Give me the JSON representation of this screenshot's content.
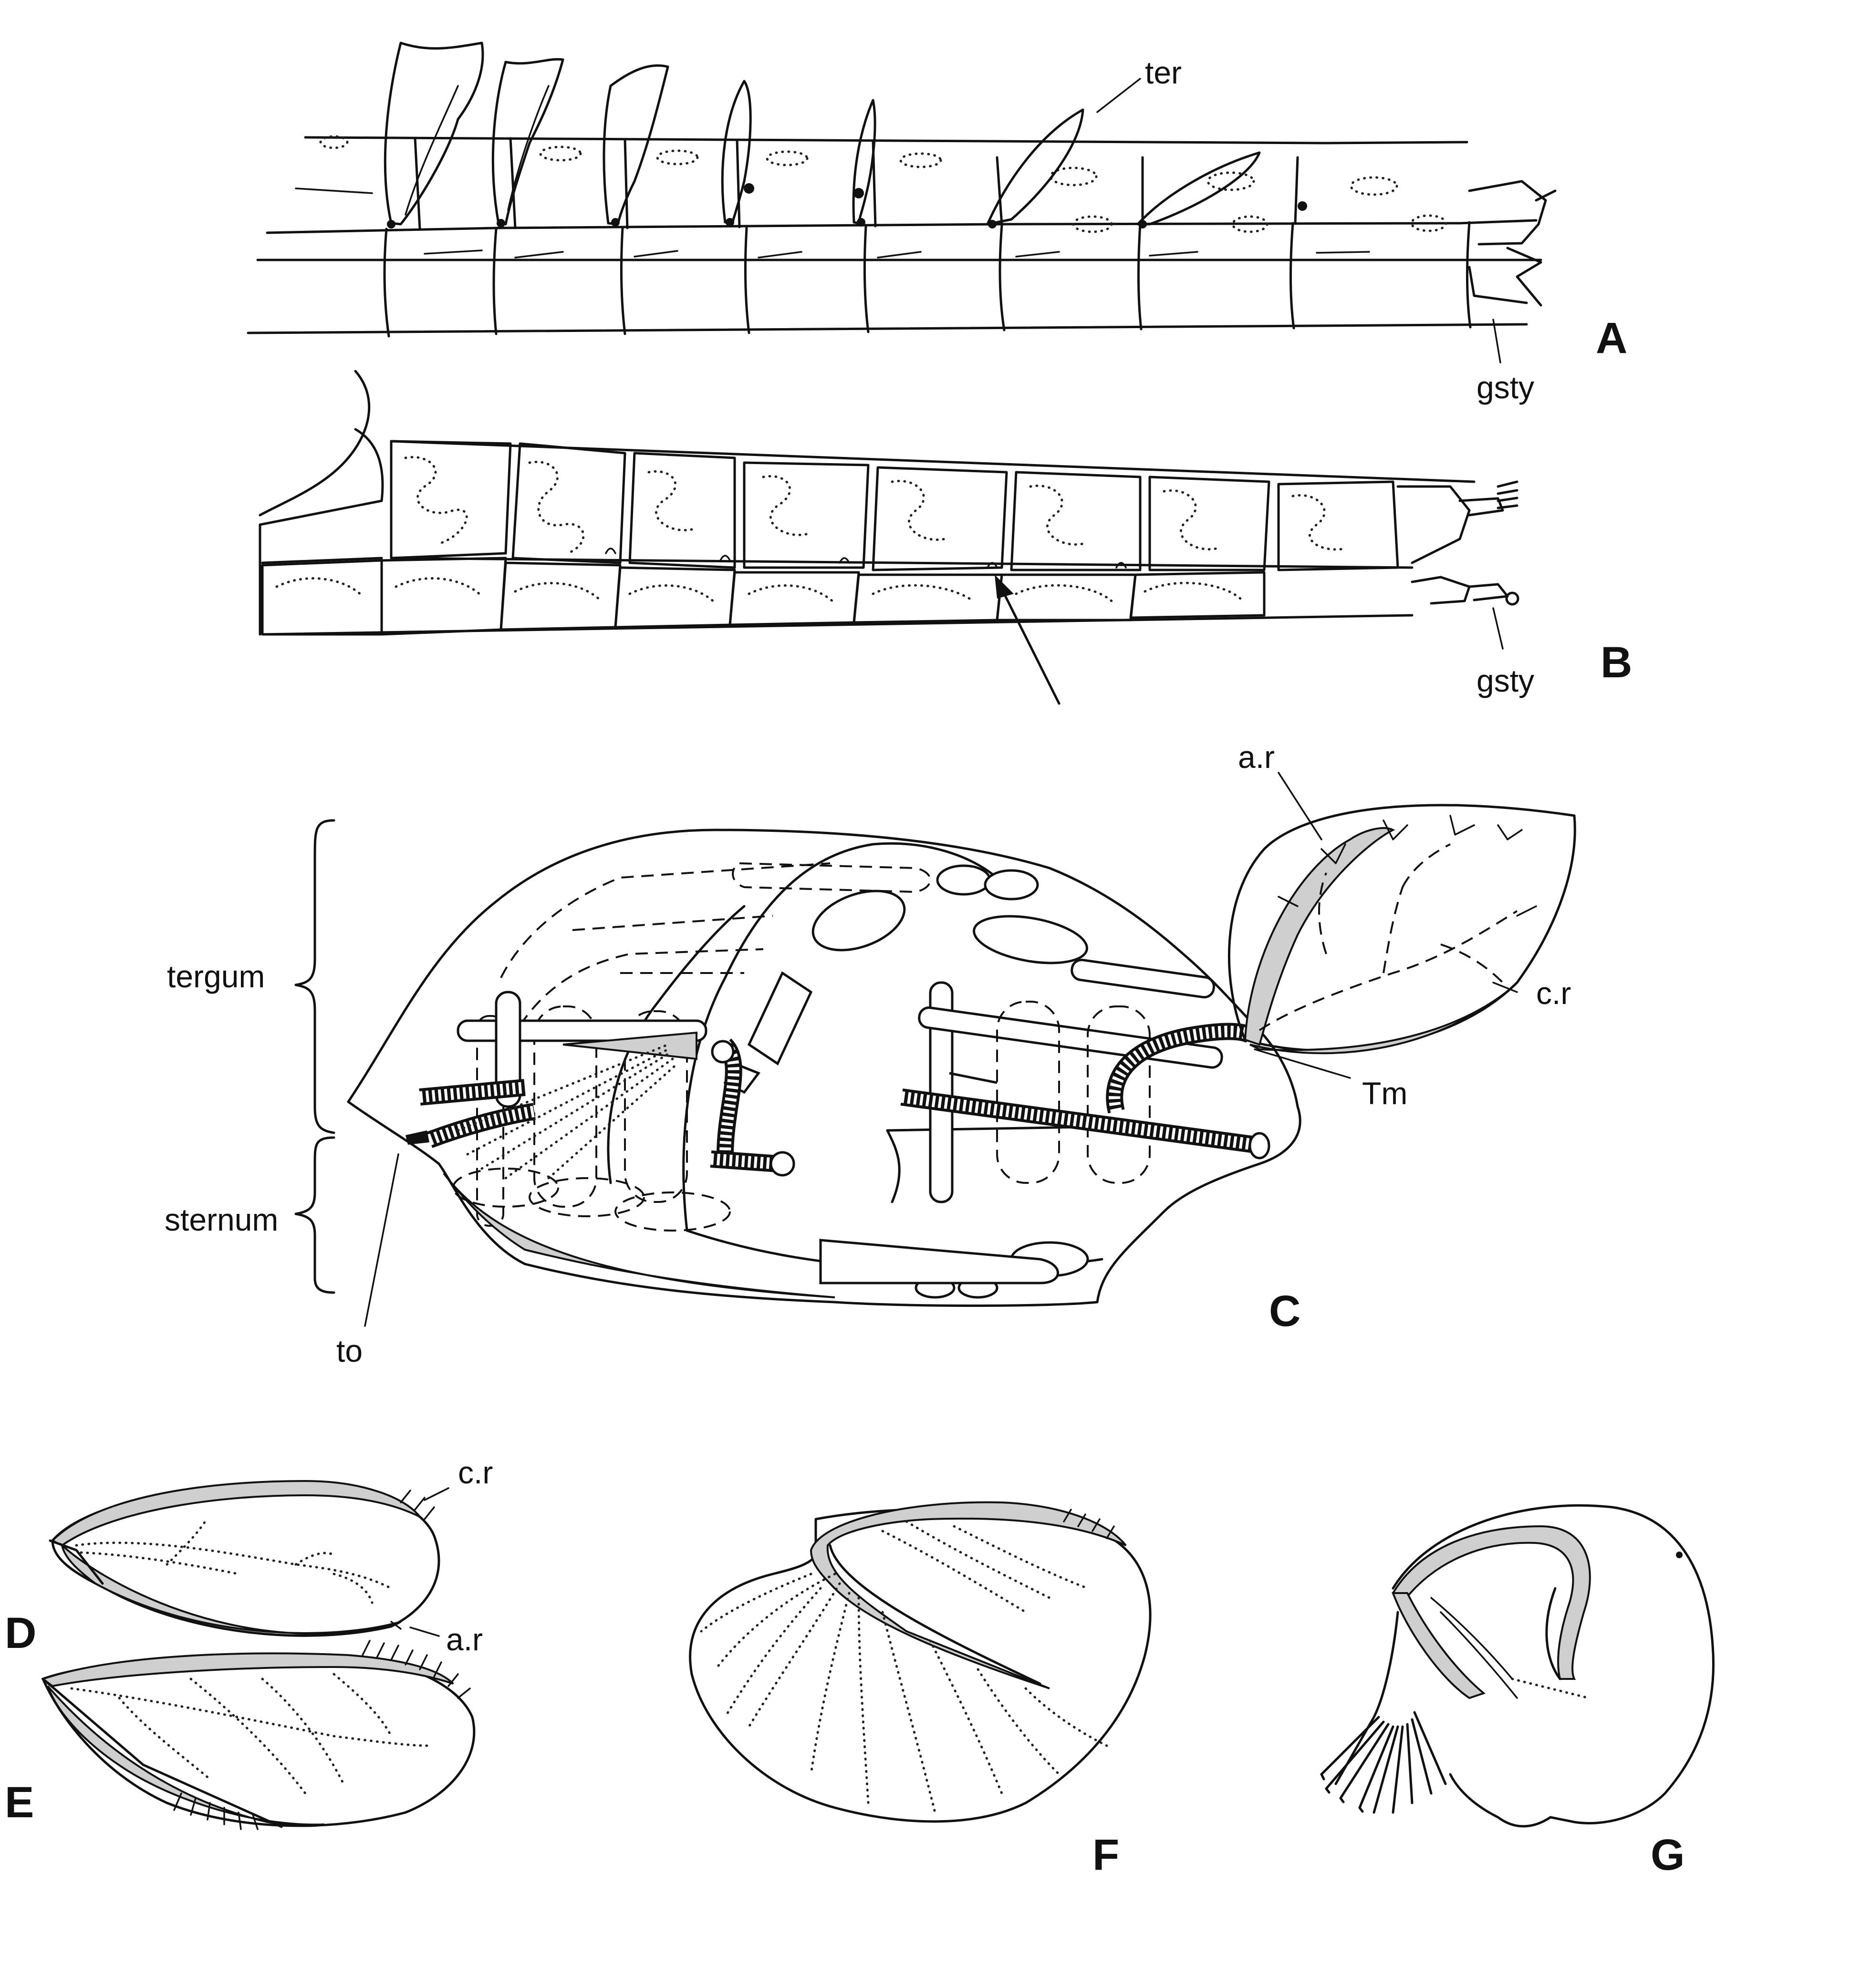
{
  "labels": {
    "ter": "ter",
    "gsty_a": "gsty",
    "gsty_b": "gsty",
    "ar_c": "a.r",
    "cr_c": "c.r",
    "tm": "Tm",
    "tergum": "tergum",
    "sternum": "sternum",
    "to": "to",
    "cr_d": "c.r",
    "ar_d": "a.r"
  },
  "panels": [
    "A",
    "B",
    "C",
    "D",
    "E",
    "F",
    "G"
  ]
}
